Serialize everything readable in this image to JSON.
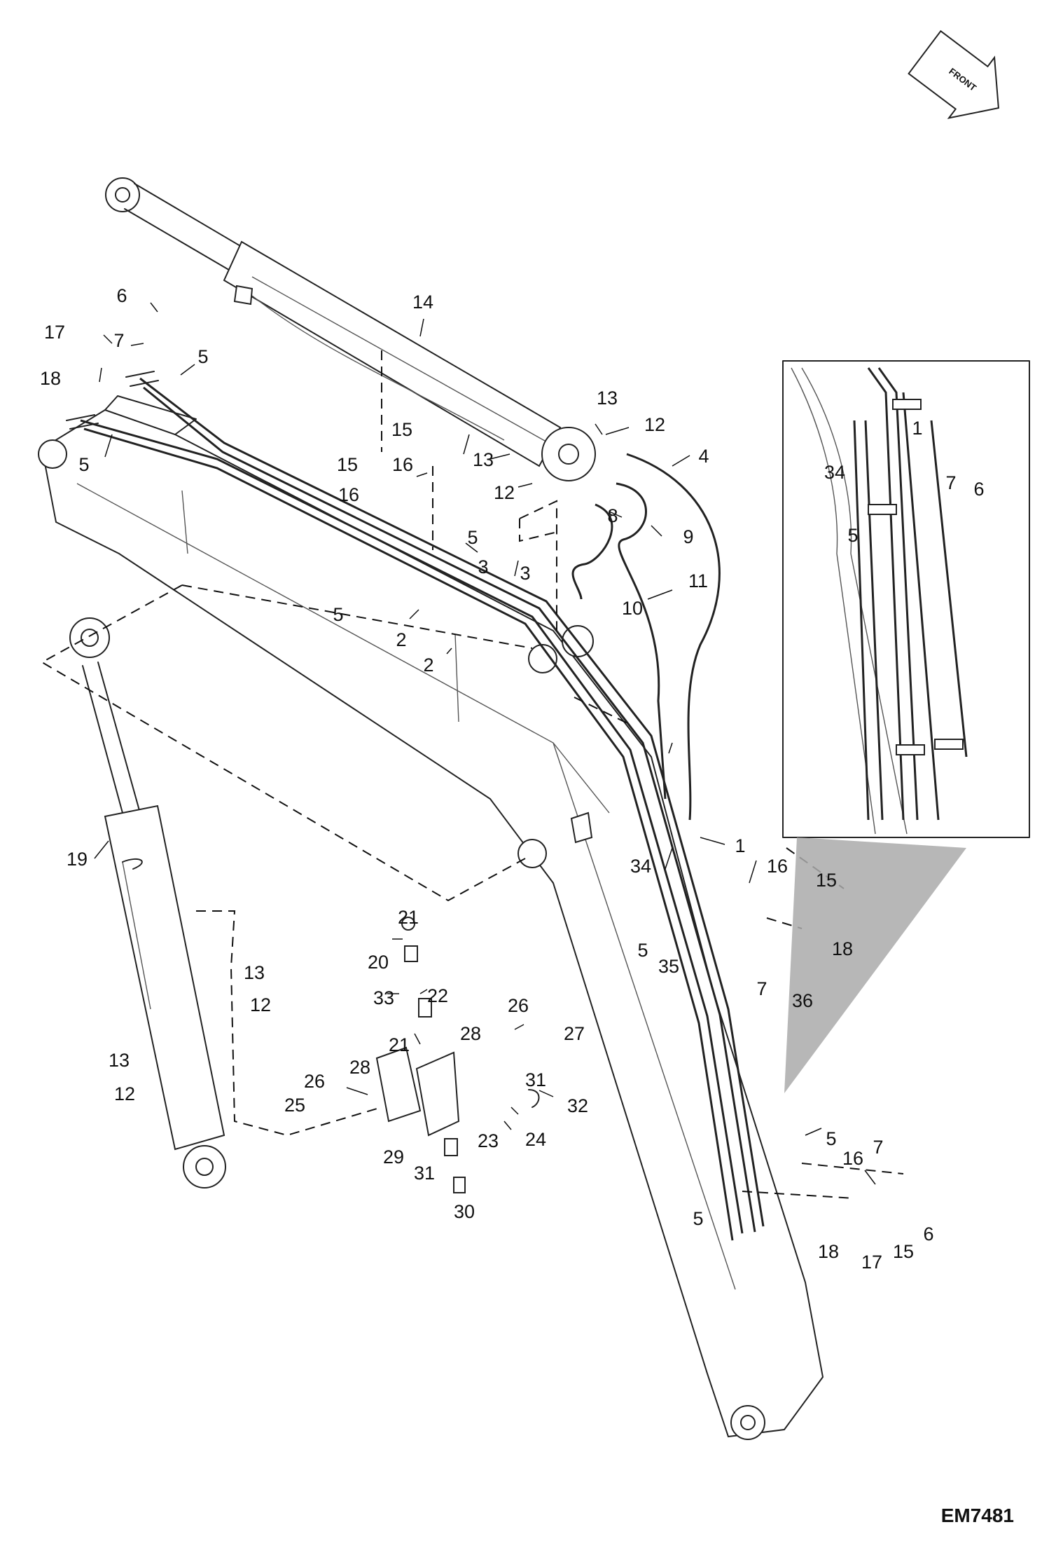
{
  "figure": {
    "ref_code": "EM7481",
    "front_label": "FRONT"
  },
  "callouts": [
    {
      "id": "c1",
      "text": "6"
    },
    {
      "id": "c2",
      "text": "17"
    },
    {
      "id": "c3",
      "text": "7"
    },
    {
      "id": "c4",
      "text": "5"
    },
    {
      "id": "c5",
      "text": "18"
    },
    {
      "id": "c6",
      "text": "5"
    },
    {
      "id": "c7",
      "text": "14"
    },
    {
      "id": "c8",
      "text": "15"
    },
    {
      "id": "c9",
      "text": "15"
    },
    {
      "id": "c10",
      "text": "16"
    },
    {
      "id": "c11",
      "text": "16"
    },
    {
      "id": "c12",
      "text": "13"
    },
    {
      "id": "c13",
      "text": "12"
    },
    {
      "id": "c14",
      "text": "13"
    },
    {
      "id": "c15",
      "text": "4"
    },
    {
      "id": "c16",
      "text": "12"
    },
    {
      "id": "c17",
      "text": "8"
    },
    {
      "id": "c18",
      "text": "9"
    },
    {
      "id": "c19",
      "text": "5"
    },
    {
      "id": "c20",
      "text": "3"
    },
    {
      "id": "c21",
      "text": "3"
    },
    {
      "id": "c22",
      "text": "11"
    },
    {
      "id": "c23",
      "text": "5"
    },
    {
      "id": "c24",
      "text": "10"
    },
    {
      "id": "c25",
      "text": "2"
    },
    {
      "id": "c26",
      "text": "2"
    },
    {
      "id": "c27",
      "text": "19"
    },
    {
      "id": "c28",
      "text": "1"
    },
    {
      "id": "c29",
      "text": "34"
    },
    {
      "id": "c30",
      "text": "16"
    },
    {
      "id": "c31",
      "text": "15"
    },
    {
      "id": "c32",
      "text": "18"
    },
    {
      "id": "c33",
      "text": "5"
    },
    {
      "id": "c34",
      "text": "35"
    },
    {
      "id": "c35",
      "text": "7"
    },
    {
      "id": "c36",
      "text": "36"
    },
    {
      "id": "c37",
      "text": "21"
    },
    {
      "id": "c38",
      "text": "20"
    },
    {
      "id": "c39",
      "text": "13"
    },
    {
      "id": "c40",
      "text": "12"
    },
    {
      "id": "c41",
      "text": "33"
    },
    {
      "id": "c42",
      "text": "22"
    },
    {
      "id": "c43",
      "text": "26"
    },
    {
      "id": "c44",
      "text": "21"
    },
    {
      "id": "c45",
      "text": "28"
    },
    {
      "id": "c46",
      "text": "27"
    },
    {
      "id": "c47",
      "text": "13"
    },
    {
      "id": "c48",
      "text": "12"
    },
    {
      "id": "c49",
      "text": "26"
    },
    {
      "id": "c50",
      "text": "28"
    },
    {
      "id": "c51",
      "text": "25"
    },
    {
      "id": "c52",
      "text": "31"
    },
    {
      "id": "c53",
      "text": "32"
    },
    {
      "id": "c54",
      "text": "24"
    },
    {
      "id": "c55",
      "text": "29"
    },
    {
      "id": "c56",
      "text": "23"
    },
    {
      "id": "c57",
      "text": "31"
    },
    {
      "id": "c58",
      "text": "30"
    },
    {
      "id": "c59",
      "text": "5"
    },
    {
      "id": "c60",
      "text": "7"
    },
    {
      "id": "c61",
      "text": "16"
    },
    {
      "id": "c62",
      "text": "5"
    },
    {
      "id": "c63",
      "text": "6"
    },
    {
      "id": "c64",
      "text": "18"
    },
    {
      "id": "c65",
      "text": "17"
    },
    {
      "id": "c66",
      "text": "15"
    },
    {
      "id": "i1",
      "text": "1"
    },
    {
      "id": "i2",
      "text": "34"
    },
    {
      "id": "i3",
      "text": "7"
    },
    {
      "id": "i4",
      "text": "6"
    },
    {
      "id": "i5",
      "text": "5"
    }
  ]
}
